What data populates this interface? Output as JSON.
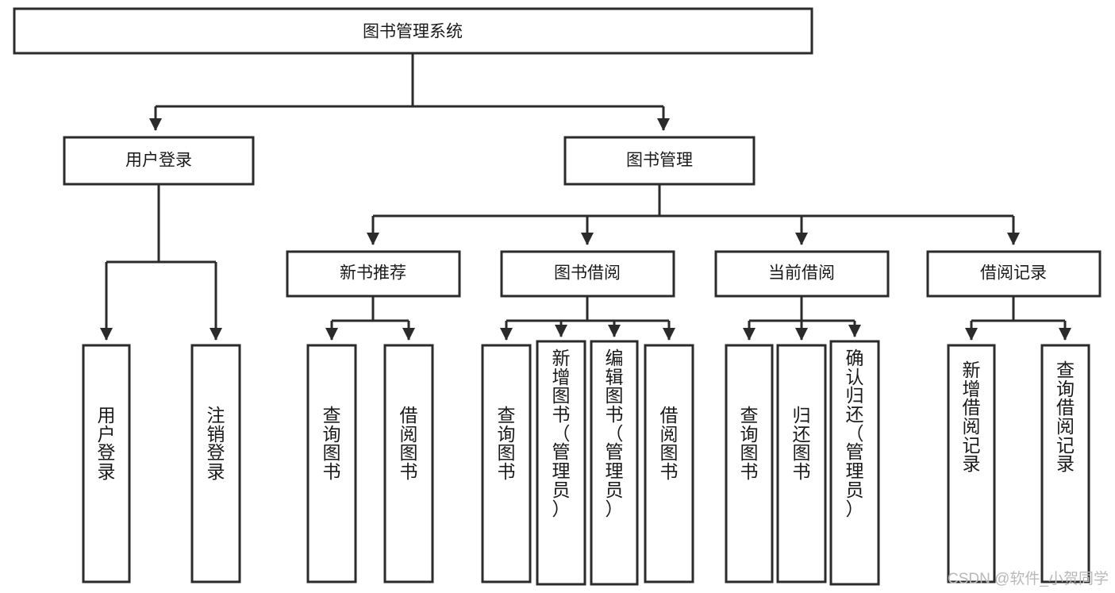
{
  "diagram": {
    "title": "图书管理系统",
    "type": "tree-hierarchy",
    "watermark": "CSDN @软件_小贺同学",
    "root": {
      "id": "root",
      "label": "图书管理系统"
    },
    "level2": [
      {
        "id": "user-login",
        "label": "用户登录"
      },
      {
        "id": "book-manage",
        "label": "图书管理"
      }
    ],
    "level3": [
      {
        "id": "new-book-recommend",
        "label": "新书推荐"
      },
      {
        "id": "book-borrow",
        "label": "图书借阅"
      },
      {
        "id": "current-borrow",
        "label": "当前借阅"
      },
      {
        "id": "borrow-record",
        "label": "借阅记录"
      }
    ],
    "leaves": [
      {
        "id": "leaf-user-login",
        "label": "用户登录",
        "parent": "user-login"
      },
      {
        "id": "leaf-user-logout",
        "label": "注销登录",
        "parent": "user-login"
      },
      {
        "id": "leaf-query-book-1",
        "label": "查询图书",
        "parent": "new-book-recommend"
      },
      {
        "id": "leaf-borrow-book-1",
        "label": "借阅图书",
        "parent": "new-book-recommend"
      },
      {
        "id": "leaf-query-book-2",
        "label": "查询图书",
        "parent": "book-borrow"
      },
      {
        "id": "leaf-add-book",
        "label": "新增图书（管理员）",
        "parent": "book-borrow"
      },
      {
        "id": "leaf-edit-book",
        "label": "编辑图书（管理员）",
        "parent": "book-borrow"
      },
      {
        "id": "leaf-borrow-book-2",
        "label": "借阅图书",
        "parent": "book-borrow"
      },
      {
        "id": "leaf-query-book-3",
        "label": "查询图书",
        "parent": "current-borrow"
      },
      {
        "id": "leaf-return-book",
        "label": "归还图书",
        "parent": "current-borrow"
      },
      {
        "id": "leaf-confirm-return",
        "label": "确认归还（管理员）",
        "parent": "current-borrow"
      },
      {
        "id": "leaf-add-record",
        "label": "新增借阅记录",
        "parent": "borrow-record"
      },
      {
        "id": "leaf-query-record",
        "label": "查询借阅记录",
        "parent": "borrow-record"
      }
    ],
    "colors": {
      "stroke": "#2b2b2b",
      "fill": "#ffffff",
      "text": "#1a1a1a",
      "watermark": "#b9b9b9"
    }
  }
}
